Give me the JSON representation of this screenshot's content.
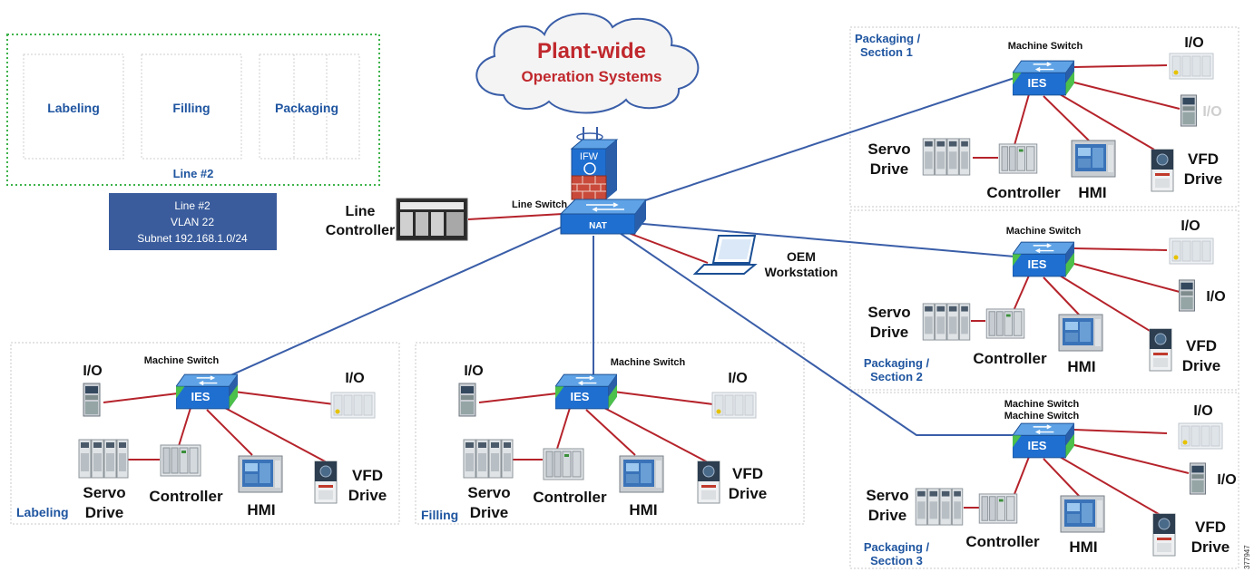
{
  "cloud": {
    "line1": "Plant-wide",
    "line2": "Operation Systems"
  },
  "firewall": {
    "label": "IFW"
  },
  "line_switch": {
    "title": "Line Switch",
    "badge": "NAT"
  },
  "line_controller": {
    "line1": "Line",
    "line2": "Controller"
  },
  "oem": {
    "line1": "OEM",
    "line2": "Workstation"
  },
  "line2_box": {
    "cells": [
      "Labeling",
      "Filling",
      "Packaging"
    ],
    "caption": "Line #2"
  },
  "vlan": {
    "line1": "Line #2",
    "line2": "VLAN 22",
    "line3": "Subnet 192.168.1.0/24"
  },
  "cells": {
    "labeling": {
      "zone": "Labeling",
      "switch_title": "Machine Switch",
      "ies": "IES",
      "io_left": "I/O",
      "io_right": "I/O",
      "servo1": "Servo",
      "servo2": "Drive",
      "controller": "Controller",
      "hmi": "HMI",
      "vfd1": "VFD",
      "vfd2": "Drive"
    },
    "filling": {
      "zone": "Filling",
      "switch_title": "Machine Switch",
      "ies": "IES",
      "io_left": "I/O",
      "io_right": "I/O",
      "servo1": "Servo",
      "servo2": "Drive",
      "controller": "Controller",
      "hmi": "HMI",
      "vfd1": "VFD",
      "vfd2": "Drive"
    },
    "pack1": {
      "zone1": "Packaging /",
      "zone2": "Section 1",
      "switch_title": "Machine Switch",
      "ies": "IES",
      "io_top": "I/O",
      "io_second": "I/O",
      "servo1": "Servo",
      "servo2": "Drive",
      "controller": "Controller",
      "hmi": "HMI",
      "vfd1": "VFD",
      "vfd2": "Drive"
    },
    "pack2": {
      "zone1": "Packaging /",
      "zone2": "Section 2",
      "switch_title": "Machine Switch",
      "ies": "IES",
      "io_top": "I/O",
      "io_second": "I/O",
      "servo1": "Servo",
      "servo2": "Drive",
      "controller": "Controller",
      "hmi": "HMI",
      "vfd1": "VFD",
      "vfd2": "Drive"
    },
    "pack3": {
      "zone1": "Packaging /",
      "zone2": "Section 3",
      "switch_title1": "Machine Switch",
      "switch_title2": "Machine Switch",
      "ies": "IES",
      "io_top": "I/O",
      "io_second": "I/O",
      "servo1": "Servo",
      "servo2": "Drive",
      "controller": "Controller",
      "hmi": "HMI",
      "vfd1": "VFD",
      "vfd2": "Drive"
    }
  },
  "figure_id": "377947",
  "colors": {
    "blue_link": "#3a5ea8",
    "red_link": "#b5232b",
    "label_blue": "#1f55a0",
    "cloud_text": "#c0282d",
    "vlan_fill": "#3a5c9c",
    "switch_blue": "#1e6ec8",
    "switch_green": "#4cc04a"
  }
}
